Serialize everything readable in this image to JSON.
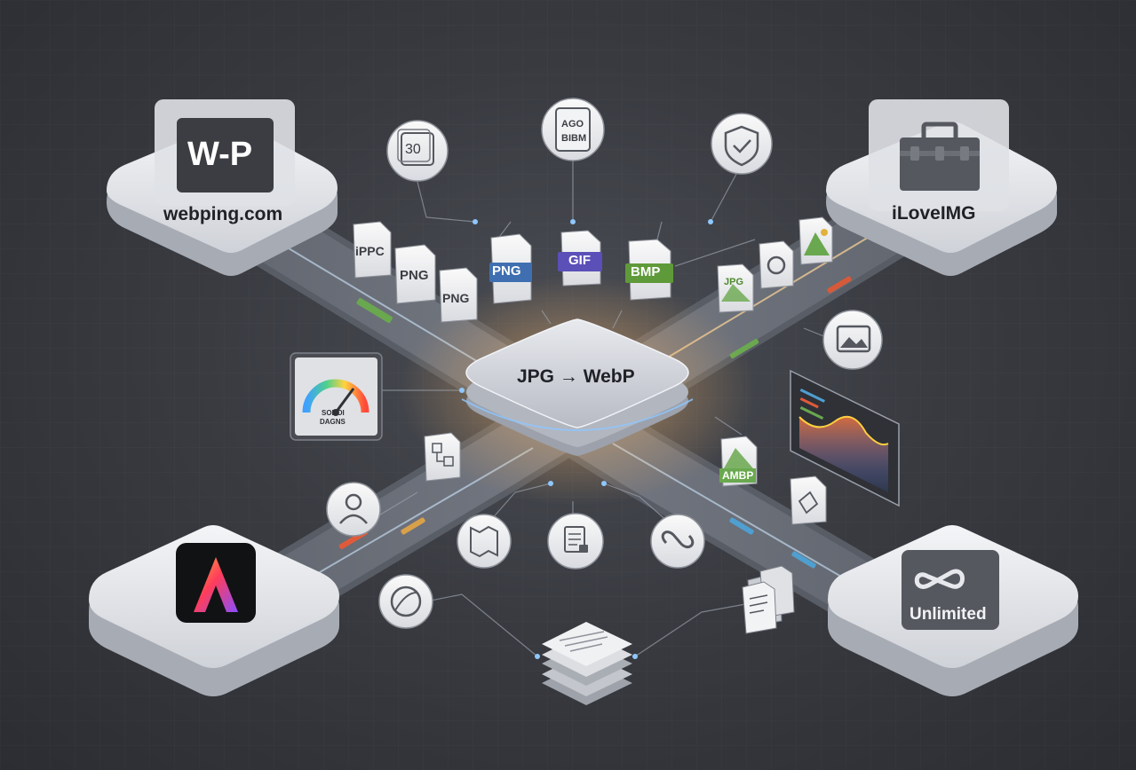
{
  "hub": {
    "label": "JPG → WebP"
  },
  "platforms": {
    "top_left": {
      "logo": "W-P",
      "label": "webping.com"
    },
    "top_right": {
      "label": "iLoveIMG",
      "icon": "toolbox-icon"
    },
    "bottom_left": {
      "icon": "adobe-logo-icon",
      "accent": "#ff3d5a"
    },
    "bottom_right": {
      "label": "Unlimited",
      "icon": "infinity-icon"
    }
  },
  "top_badges": {
    "calendar": "30",
    "format_icon_line1": "AGO",
    "format_icon_line2": "BIBM"
  },
  "file_tiles": {
    "left_1": "iPPC",
    "left_2": "PNG",
    "left_3": "PNG",
    "center_1": "PNG",
    "center_2": "GIF",
    "center_3": "BMP",
    "right_1": "JPG",
    "bottom_right_1": "AMBP"
  },
  "speed_gauge": {
    "line1": "SODOI",
    "line2": "DAGNS"
  },
  "colors": {
    "png_chip": "#3f6fb0",
    "gif_chip": "#5b4fb8",
    "bmp_chip": "#5f9a3a",
    "green_accent": "#6aa84f",
    "glow": "#ffcf7a",
    "node_blue": "#8fc7ff"
  }
}
